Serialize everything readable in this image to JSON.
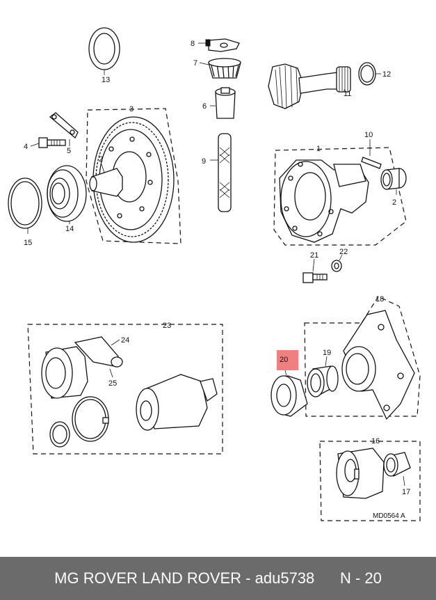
{
  "callouts": {
    "c1": "1",
    "c2a": "2",
    "c2b": "2",
    "c3": "3",
    "c4": "4",
    "c5": "5",
    "c6": "6",
    "c7": "7",
    "c8": "8",
    "c9": "9",
    "c10": "10",
    "c11": "11",
    "c12": "12",
    "c13": "13",
    "c14": "14",
    "c15": "15",
    "c16": "16",
    "c17": "17",
    "c18": "18",
    "c19": "19",
    "c20": "20",
    "c21": "21",
    "c22": "22",
    "c23": "23",
    "c24": "24",
    "c25": "25"
  },
  "highlight": {
    "part": "20",
    "color": "#f08080"
  },
  "drawing_code": "MD0564 A",
  "footer": {
    "text": "MG ROVER LAND ROVER - adu5738      N - 20",
    "background": "#6b6b6b",
    "text_color": "#ffffff"
  }
}
